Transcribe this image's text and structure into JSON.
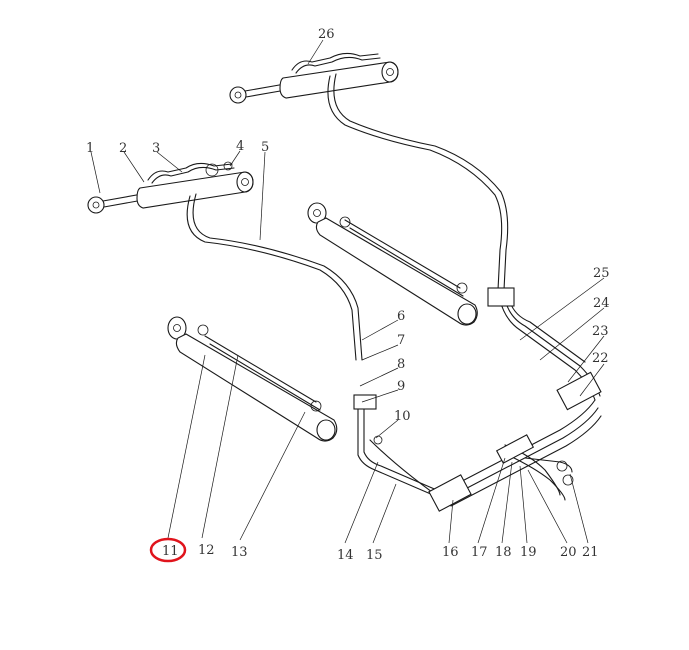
{
  "accent_color": "#e0141c",
  "highlighted_label": "11",
  "callouts": [
    {
      "label": "1"
    },
    {
      "label": "2"
    },
    {
      "label": "3"
    },
    {
      "label": "4"
    },
    {
      "label": "5"
    },
    {
      "label": "6"
    },
    {
      "label": "7"
    },
    {
      "label": "8"
    },
    {
      "label": "9"
    },
    {
      "label": "10"
    },
    {
      "label": "11"
    },
    {
      "label": "12"
    },
    {
      "label": "13"
    },
    {
      "label": "14"
    },
    {
      "label": "15"
    },
    {
      "label": "16"
    },
    {
      "label": "17"
    },
    {
      "label": "18"
    },
    {
      "label": "19"
    },
    {
      "label": "20"
    },
    {
      "label": "21"
    },
    {
      "label": "22"
    },
    {
      "label": "23"
    },
    {
      "label": "24"
    },
    {
      "label": "25"
    },
    {
      "label": "26"
    }
  ]
}
